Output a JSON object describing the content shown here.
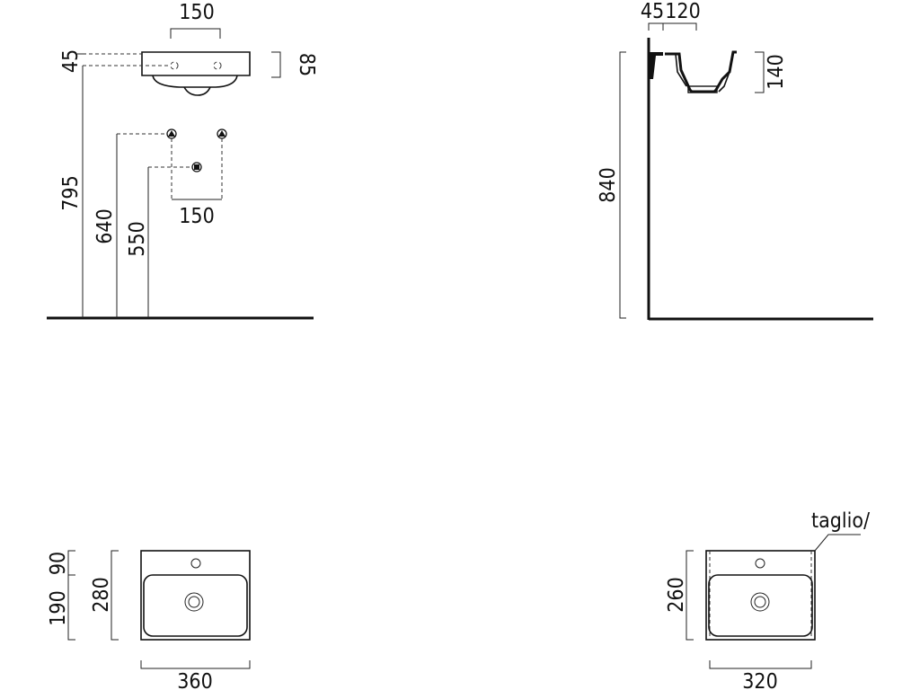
{
  "dimensions": {
    "front": {
      "top_width": "150",
      "top_offset": "45",
      "rim_height": "85",
      "height_top": "795",
      "height_supply": "640",
      "height_drain": "550",
      "supply_spacing": "150"
    },
    "side": {
      "wall_offset": "45",
      "depth": "120",
      "bowl_depth": "140",
      "total_height": "840"
    },
    "plan_left": {
      "tap_offset": "90",
      "bowl_depth": "190",
      "depth": "280",
      "width": "360"
    },
    "plan_right": {
      "cut_label": "taglio/",
      "depth": "260",
      "width": "320"
    }
  }
}
